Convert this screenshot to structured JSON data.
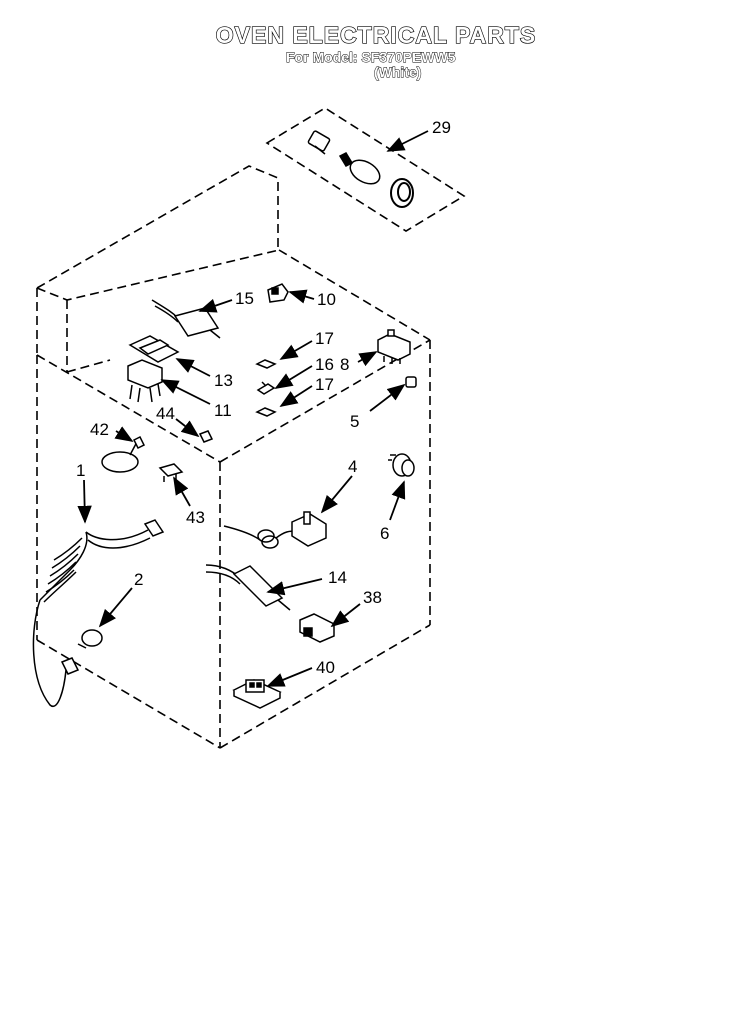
{
  "header": {
    "title": "OVEN ELECTRICAL PARTS",
    "model_line": "For Model: SF370PEWW5",
    "color_line": "(White)"
  },
  "callouts": [
    {
      "id": "29",
      "label": "29"
    },
    {
      "id": "15",
      "label": "15"
    },
    {
      "id": "10",
      "label": "10"
    },
    {
      "id": "17a",
      "label": "17"
    },
    {
      "id": "8",
      "label": "8"
    },
    {
      "id": "16",
      "label": "16"
    },
    {
      "id": "17b",
      "label": "17"
    },
    {
      "id": "13",
      "label": "13"
    },
    {
      "id": "11",
      "label": "11"
    },
    {
      "id": "5",
      "label": "5"
    },
    {
      "id": "44",
      "label": "44"
    },
    {
      "id": "42",
      "label": "42"
    },
    {
      "id": "4",
      "label": "4"
    },
    {
      "id": "1",
      "label": "1"
    },
    {
      "id": "43",
      "label": "43"
    },
    {
      "id": "6",
      "label": "6"
    },
    {
      "id": "2",
      "label": "2"
    },
    {
      "id": "14",
      "label": "14"
    },
    {
      "id": "38",
      "label": "38"
    },
    {
      "id": "40",
      "label": "40"
    }
  ],
  "colors": {
    "ink": "#000000",
    "paper": "#ffffff"
  }
}
